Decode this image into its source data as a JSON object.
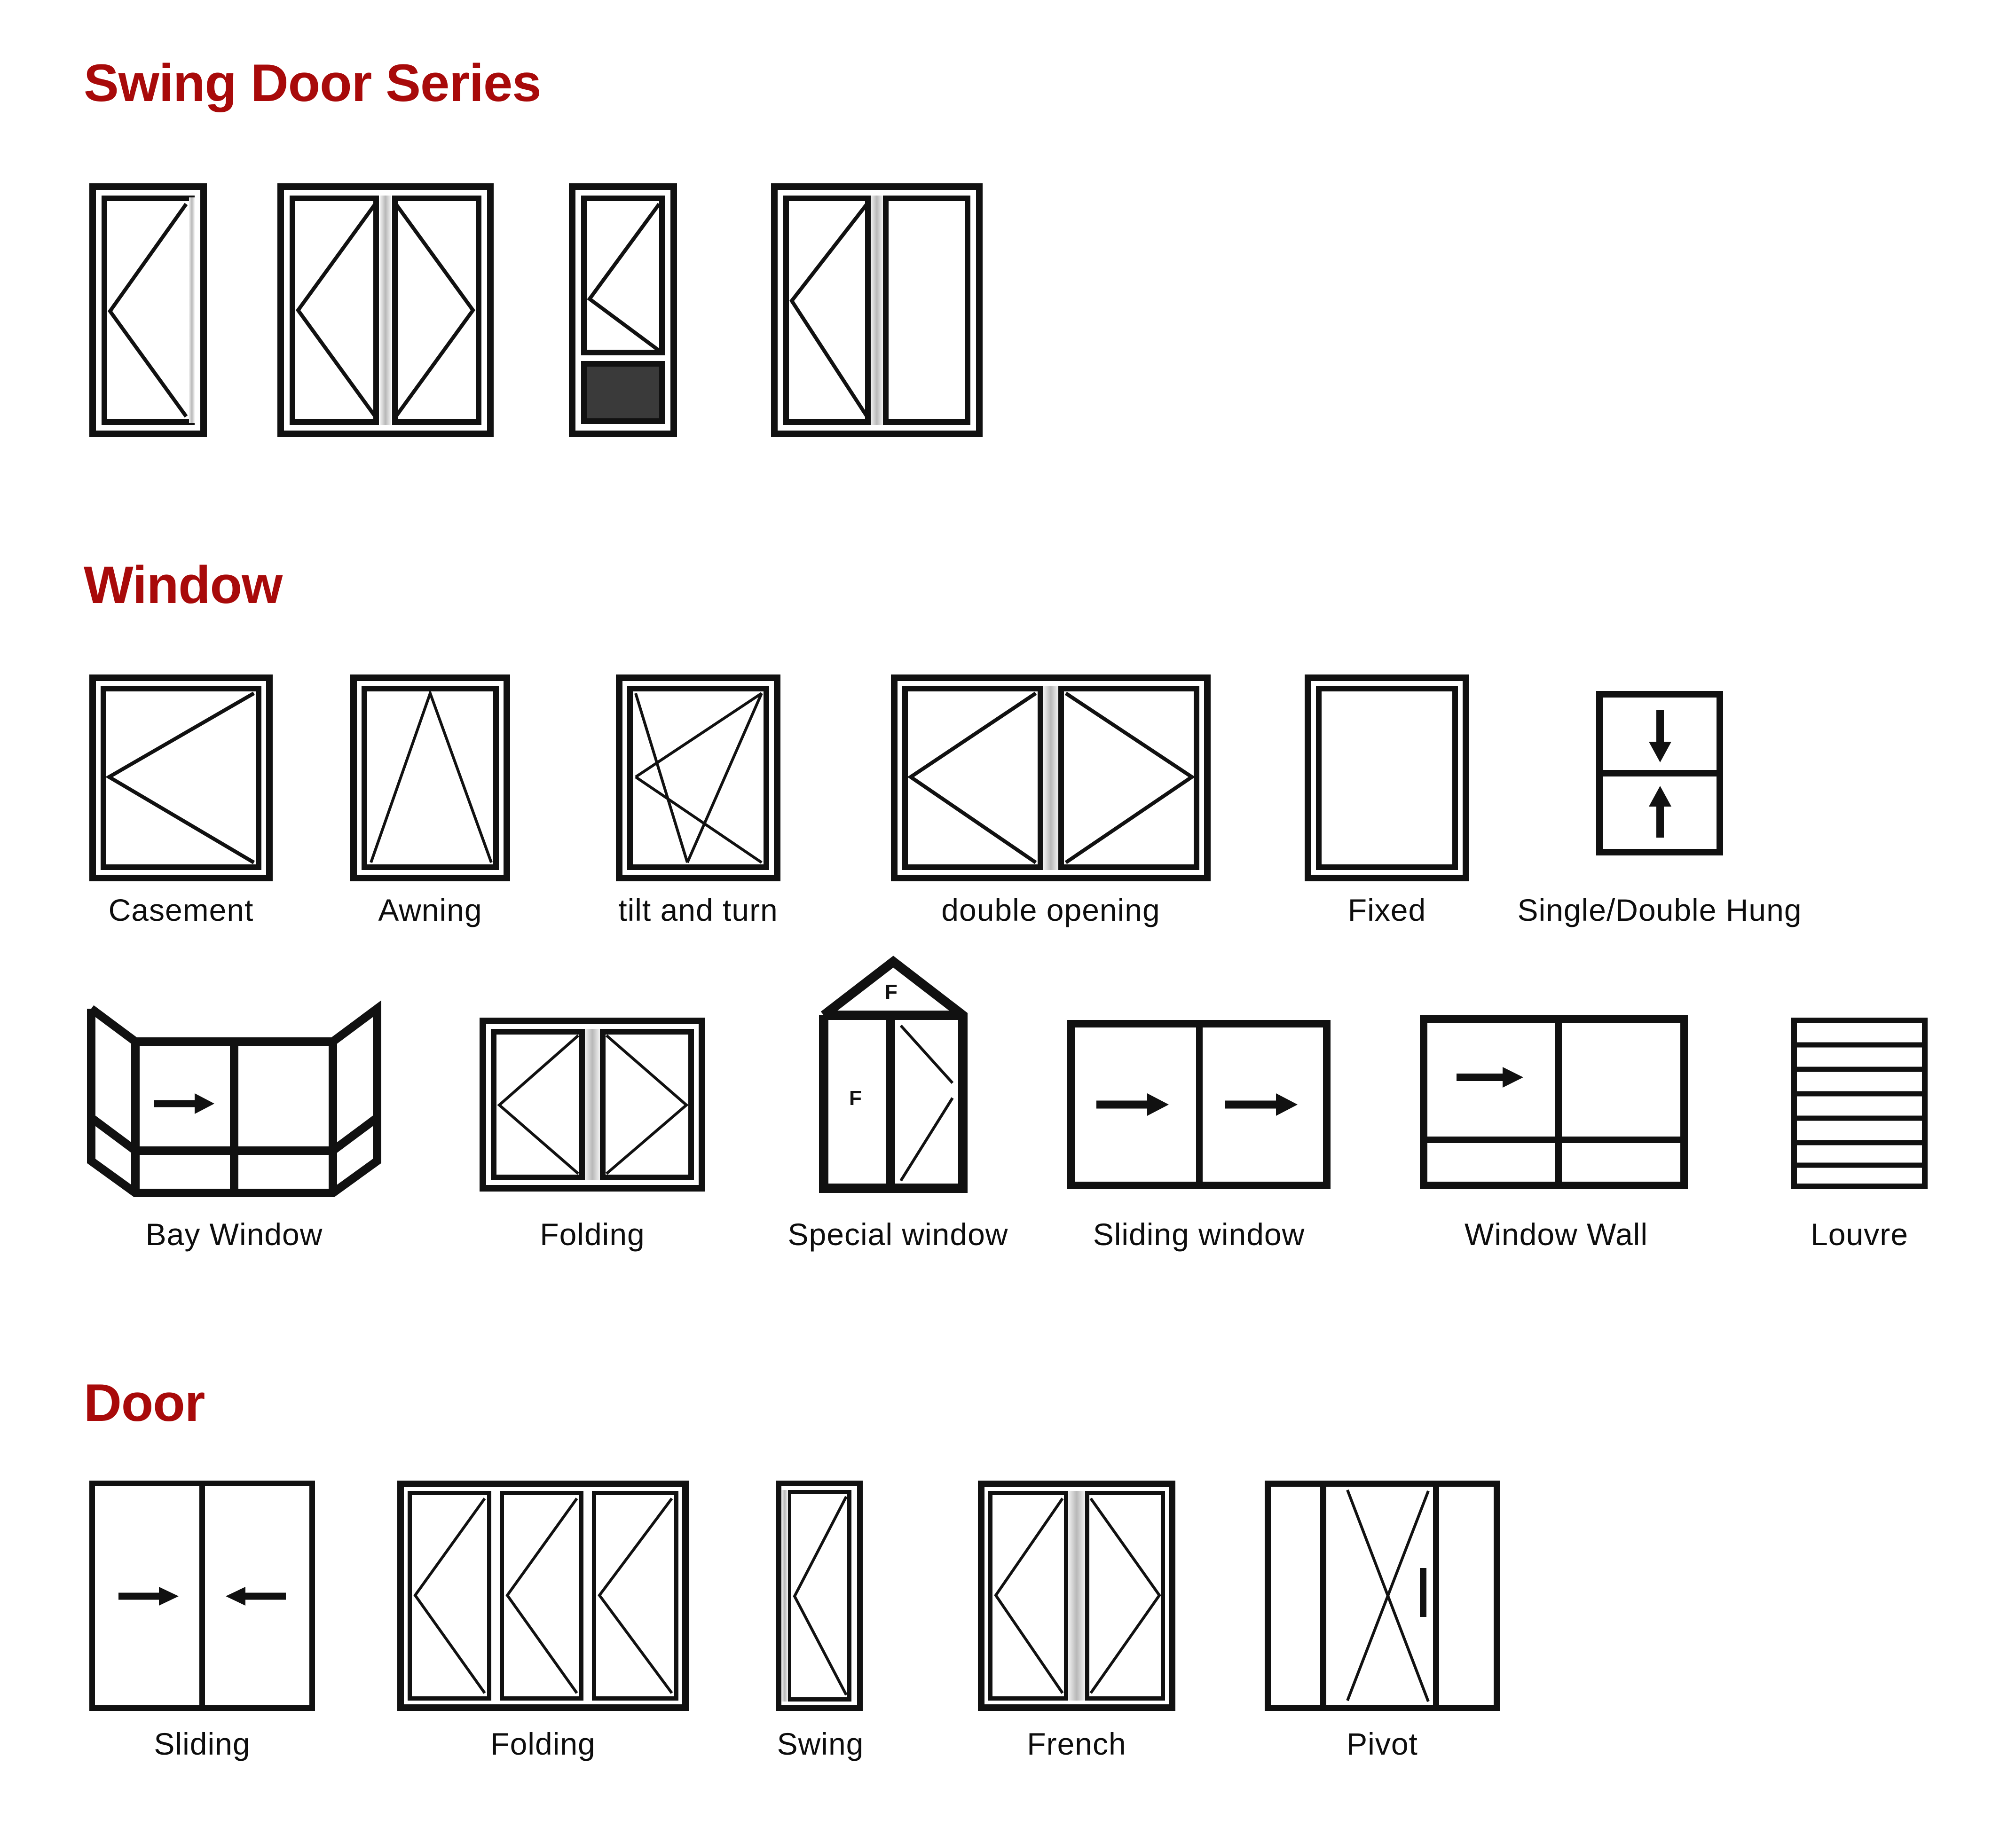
{
  "page": {
    "background": "#ffffff",
    "accent_color": "#A80A0A",
    "line_color": "#111111"
  },
  "sections": [
    {
      "id": "swing-door-series",
      "title": "Swing Door Series",
      "items": [
        {
          "name": "single-swing-door",
          "label": "",
          "symbol": "left-hinge-single"
        },
        {
          "name": "double-swing-door",
          "label": "",
          "symbol": "double-leaf-opposed"
        },
        {
          "name": "swing-door-with-pet-panel",
          "label": "",
          "symbol": "single-leaf-with-solid-bottom-panel"
        },
        {
          "name": "swing-door-with-sidelite",
          "label": "",
          "symbol": "single-leaf-plus-fixed-lite"
        }
      ]
    },
    {
      "id": "window",
      "title": "Window",
      "rows": [
        {
          "items": [
            {
              "name": "casement-window",
              "label": "Casement",
              "symbol": "left-opening-chevron"
            },
            {
              "name": "awning-window",
              "label": "Awning",
              "symbol": "top-hinge-apex"
            },
            {
              "name": "tilt-and-turn-window",
              "label": "tilt and turn",
              "symbol": "crossed-diagonals"
            },
            {
              "name": "double-opening-window",
              "label": "double opening",
              "symbol": "two-leaf-opposed-chevrons"
            },
            {
              "name": "fixed-window",
              "label": "Fixed",
              "symbol": "plain-pane"
            },
            {
              "name": "single-double-hung-window",
              "label": "Single/Double Hung",
              "symbol": "down-arrow-over-up-arrow"
            }
          ]
        },
        {
          "items": [
            {
              "name": "bay-window",
              "label": "Bay Window",
              "symbol": "angled-side-panels-right-arrow"
            },
            {
              "name": "folding-window",
              "label": "Folding",
              "symbol": "two-leaf-opposed-chevrons"
            },
            {
              "name": "special-window",
              "label": "Special window",
              "symbol": "gable-top-two-panes",
              "marks": [
                "F",
                "F"
              ]
            },
            {
              "name": "sliding-window",
              "label": "Sliding window",
              "symbol": "two-panes-right-arrows"
            },
            {
              "name": "window-wall",
              "label": "Window Wall",
              "symbol": "grid-with-right-arrow"
            },
            {
              "name": "louvre-window",
              "label": "Louvre",
              "symbol": "horizontal-slats"
            }
          ]
        }
      ]
    },
    {
      "id": "door",
      "title": "Door",
      "items": [
        {
          "name": "sliding-door",
          "label": "Sliding",
          "symbol": "two-panes-opposed-arrows"
        },
        {
          "name": "folding-door",
          "label": "Folding",
          "symbol": "three-leaf-chevrons"
        },
        {
          "name": "swing-door",
          "label": "Swing",
          "symbol": "single-leaf-x"
        },
        {
          "name": "french-door",
          "label": "French",
          "symbol": "two-leaf-chevrons"
        },
        {
          "name": "pivot-door",
          "label": "Pivot",
          "symbol": "center-leaf-x-with-handle-and-sidelites"
        }
      ]
    }
  ]
}
